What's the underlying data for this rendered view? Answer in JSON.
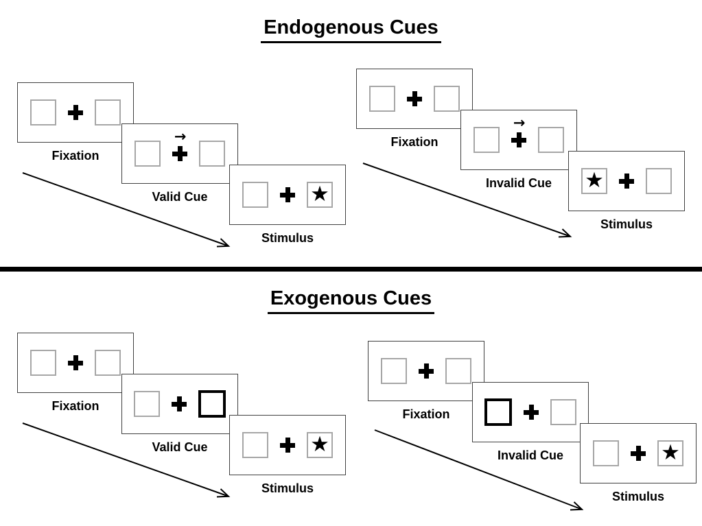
{
  "icons": {
    "fixation_cross": "✚",
    "target_star": "★",
    "cue_arrow": "→"
  },
  "colors": {
    "background": "#ffffff",
    "panel_border": "#3f3f3f",
    "square_border": "#a6a6a6",
    "cued_square_border": "#000000",
    "divider": "#000000",
    "text": "#000000"
  },
  "sections": [
    {
      "title": "Endogenous Cues",
      "groups": [
        {
          "condition": "valid",
          "panels": [
            {
              "label": "Fixation",
              "left": "plain",
              "right": "plain",
              "cue_arrow": false
            },
            {
              "label": "Valid Cue",
              "left": "plain",
              "right": "plain",
              "cue_arrow": true
            },
            {
              "label": "Stimulus",
              "left": "plain",
              "right": "star",
              "cue_arrow": false
            }
          ]
        },
        {
          "condition": "invalid",
          "panels": [
            {
              "label": "Fixation",
              "left": "plain",
              "right": "plain",
              "cue_arrow": false
            },
            {
              "label": "Invalid Cue",
              "left": "plain",
              "right": "plain",
              "cue_arrow": true
            },
            {
              "label": "Stimulus",
              "left": "star",
              "right": "plain",
              "cue_arrow": false
            }
          ]
        }
      ]
    },
    {
      "title": "Exogenous Cues",
      "groups": [
        {
          "condition": "valid",
          "panels": [
            {
              "label": "Fixation",
              "left": "plain",
              "right": "plain",
              "cue_arrow": false
            },
            {
              "label": "Valid Cue",
              "left": "plain",
              "right": "cued",
              "cue_arrow": false
            },
            {
              "label": "Stimulus",
              "left": "plain",
              "right": "star",
              "cue_arrow": false
            }
          ]
        },
        {
          "condition": "invalid",
          "panels": [
            {
              "label": "Fixation",
              "left": "plain",
              "right": "plain",
              "cue_arrow": false
            },
            {
              "label": "Invalid Cue",
              "left": "cued",
              "right": "plain",
              "cue_arrow": false
            },
            {
              "label": "Stimulus",
              "left": "plain",
              "right": "star",
              "cue_arrow": false
            }
          ]
        }
      ]
    }
  ]
}
